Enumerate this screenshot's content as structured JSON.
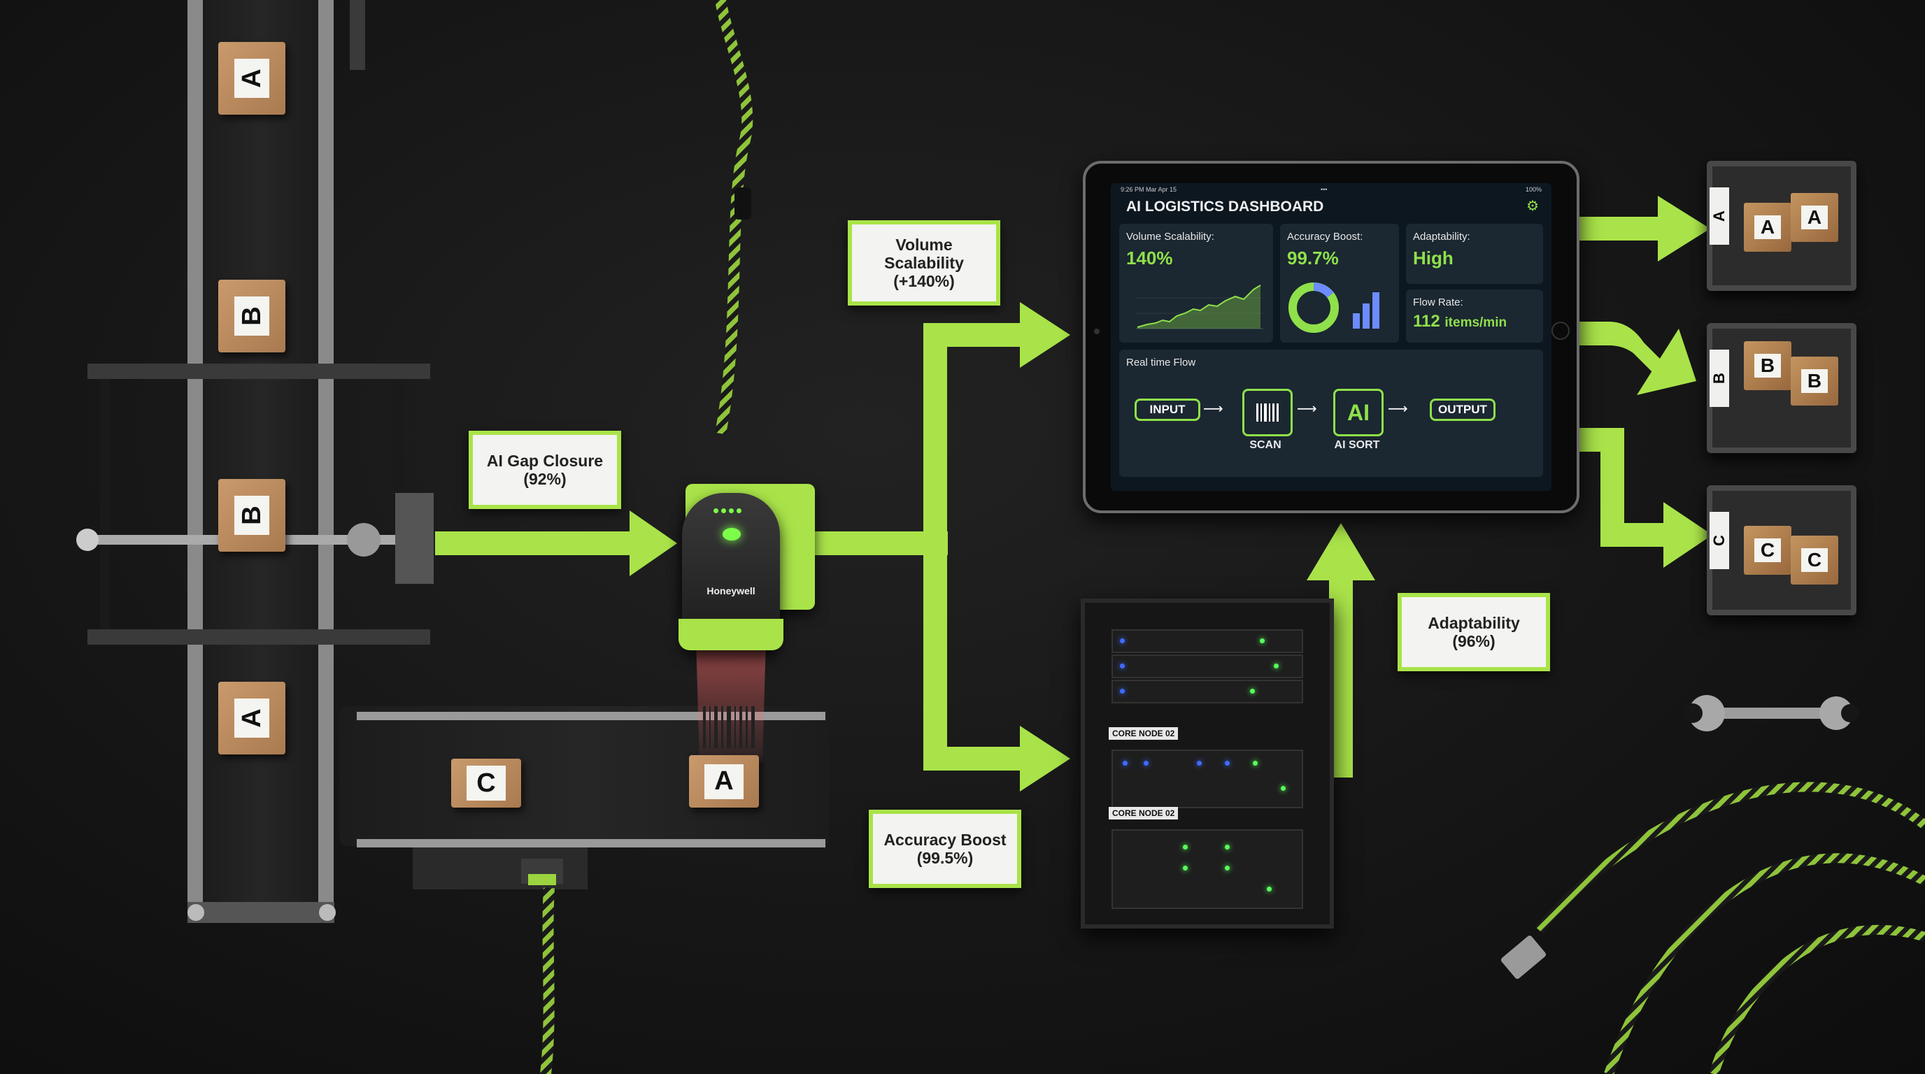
{
  "labels": {
    "gap": {
      "line1": "AI Gap Closure",
      "line2": "(92%)"
    },
    "volume": {
      "line1": "Volume",
      "line2": "Scalability",
      "line3": "(+140%)"
    },
    "accuracy": {
      "line1": "Accuracy Boost",
      "line2": "(99.5%)"
    },
    "adaptability": {
      "line1": "Adaptability",
      "line2": "(96%)"
    }
  },
  "boxes": {
    "v1": "A",
    "v2": "B",
    "v3": "B",
    "v4": "A",
    "h1": "C",
    "h2": "A"
  },
  "scanner": {
    "brand": "Honeywell"
  },
  "dashboard": {
    "status_time": "9:26 PM  Mar Apr 15",
    "status_dots": "•••",
    "status_batt": "100%",
    "title": "AI LOGISTICS DASHBOARD",
    "volume": {
      "label": "Volume Scalability:",
      "value": "140%"
    },
    "accuracy": {
      "label": "Accuracy Boost:",
      "value": "99.7%"
    },
    "adaptability": {
      "label": "Adaptability:",
      "value": "High"
    },
    "flow_rate": {
      "label": "Flow Rate:",
      "value": "112",
      "unit": "items/min"
    },
    "realtime": {
      "title": "Real time Flow",
      "input": "INPUT",
      "scan": "SCAN",
      "ai": "AI",
      "ai_sort": "AI SORT",
      "output": "OUTPUT"
    }
  },
  "rack": {
    "node1": "CORE NODE 02",
    "node2": "CORE NODE 02"
  },
  "bins": {
    "a": {
      "side": "A",
      "b1": "A",
      "b2": "A"
    },
    "b": {
      "side": "B",
      "b1": "B",
      "b2": "B"
    },
    "c": {
      "side": "C",
      "b1": "C",
      "b2": "C"
    }
  },
  "colors": {
    "accent": "#a9e349",
    "value_green": "#8fe04b",
    "background": "#161616",
    "box": "#c99a6c"
  },
  "icons": [
    "barcode-icon",
    "gear-icon",
    "donut-chart-icon",
    "bar-chart-icon",
    "line-chart-icon",
    "wrench-icon",
    "usb-cable-icon"
  ]
}
